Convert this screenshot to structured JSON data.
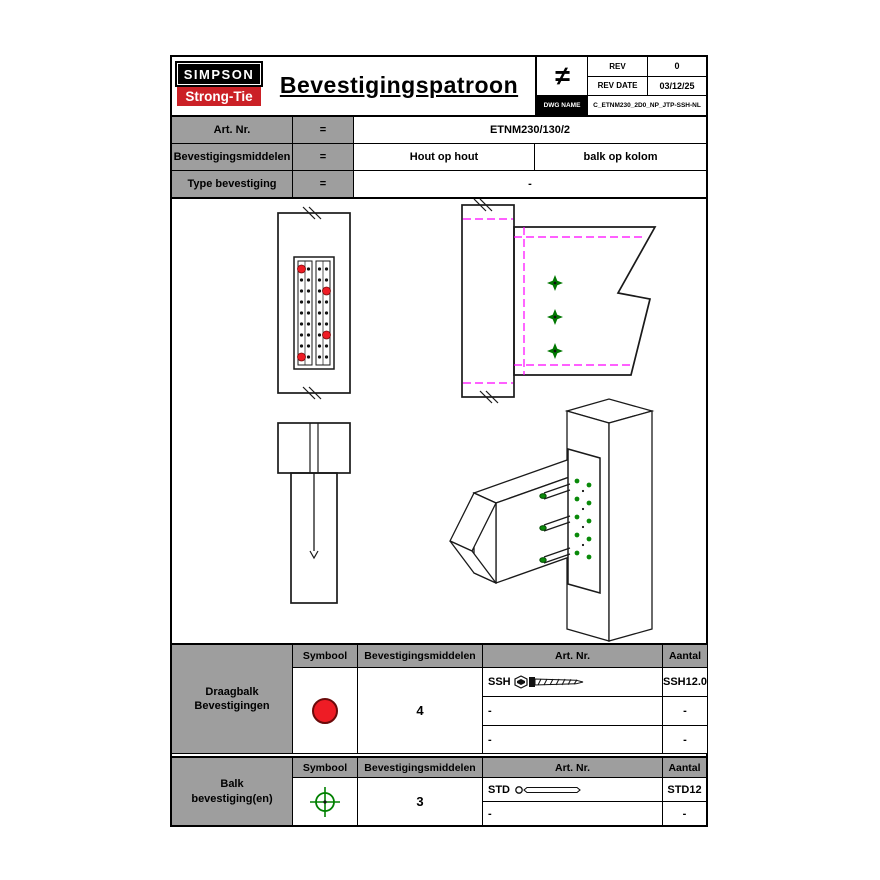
{
  "header": {
    "logo_top": "SIMPSON",
    "logo_bottom": "Strong-Tie",
    "title": "Bevestigingspatroon",
    "not_equal": "≠",
    "rev_label": "REV",
    "rev_value": "0",
    "rev_date_label": "REV DATE",
    "rev_date_value": "03/12/25",
    "dwg_label": "DWG NAME",
    "dwg_value": "C_ETNM230_2D0_NP_JTP-SSH-NL"
  },
  "info": {
    "row1": {
      "label": "Art. Nr.",
      "eq": "=",
      "value": "ETNM230/130/2"
    },
    "row2": {
      "label": "Bevestigingsmiddelen",
      "eq": "=",
      "value_left": "Hout op hout",
      "value_right": "balk op kolom"
    },
    "row3": {
      "label": "Type bevestiging",
      "eq": "=",
      "value": "-"
    }
  },
  "table1": {
    "group_line1": "Draagbalk",
    "group_line2": "Bevestigingen",
    "col_symbool": "Symbool",
    "col_middelen": "Bevestigingsmiddelen",
    "col_artnr": "Art. Nr.",
    "col_aantal": "Aantal",
    "symbol_icon": "red-filled-circle",
    "row1_label": "SSH",
    "row1_icon": "hex-head-screw",
    "row1_artnr": "SSH12.0",
    "row2_label": "-",
    "row2_artnr": "-",
    "row3_label": "-",
    "row3_artnr": "-",
    "aantal": "4"
  },
  "table2": {
    "group_line1": "Balk",
    "group_line2": "bevestiging(en)",
    "col_symbool": "Symbool",
    "col_middelen": "Bevestigingsmiddelen",
    "col_artnr": "Art. Nr.",
    "col_aantal": "Aantal",
    "symbol_icon": "green-crosshair-circle",
    "row1_label": "STD",
    "row1_icon": "smooth-dowel",
    "row1_artnr": "STD12",
    "row2_label": "-",
    "row2_artnr": "-",
    "aantal": "3"
  },
  "colors": {
    "logo_red": "#cb2026",
    "cell_grey": "#9e9e9e",
    "symbol_red": "#ee1c25",
    "symbol_green": "#008000",
    "centerline_magenta": "#ff00ff",
    "line_black": "#111111"
  }
}
